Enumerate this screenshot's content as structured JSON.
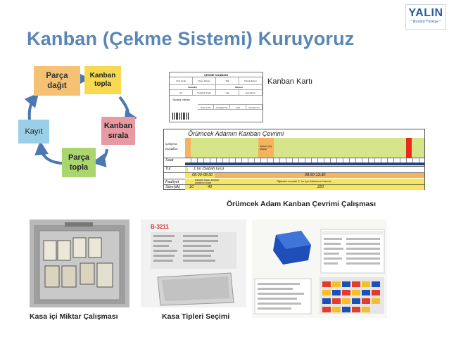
{
  "slide": {
    "title": "Kanban (Çekme Sistemi) Kuruyoruz"
  },
  "logo": {
    "name": "YALIN",
    "tagline": "Enstitü Türkiye"
  },
  "cycle": {
    "nodes": [
      {
        "label_line1": "Parça",
        "label_line2": "dağıt"
      },
      {
        "label_line1": "Kanban",
        "label_line2": "topla"
      },
      {
        "label_line1": "Kanban",
        "label_line2": "sırala"
      },
      {
        "label_line1": "Parça",
        "label_line2": "topla"
      },
      {
        "label_line1": "Kayıt",
        "label_line2": ""
      }
    ],
    "colors": {
      "parca_dagit": "#f4c272",
      "kanban_topla": "#f8da52",
      "kanban_sirala": "#e89aa3",
      "parca_topla": "#aad56f",
      "kayit": "#9bcfe8",
      "arrow": "#4b77b5"
    }
  },
  "kanban_card": {
    "header": "ÇEKME KANBANI",
    "row1": [
      "Ürün Kodu",
      "Depo Adresi",
      "Raf",
      "Parça Resmi"
    ],
    "section1": "Tedarikçi",
    "section2": "Müşteri",
    "row2": [
      "Ad",
      "Tedarikçi Kodu",
      "Hat",
      "Hat Adresi"
    ],
    "label_stock": "Sipariş miktarı",
    "row3": [
      "Ürün Kodu",
      "Ambalaj Tipi",
      "Adet",
      "Kanban No"
    ],
    "caption": "Kanban  Kartı"
  },
  "spider": {
    "title": "Örümcek Adamın Kanban Çevrimi",
    "left_labels": {
      "calisma": "Çalışma",
      "kosullari": "Koşulları",
      "saat": "Saat",
      "tur": "Tur",
      "faaliyet": "Faaliyet",
      "sure": "Süre(dk)"
    },
    "break_label": "Sabah Çay Molası",
    "tur_text": "1.tur (Sabah turu)",
    "row_time1": "08:00-08:50",
    "row_time2": "08:50-13:30",
    "activity1": "Kanban topla, kanban kartlarını sırala",
    "activity2": "Öğleden sonraki 2. tur için Malzeme Hazırla",
    "sure1": "10",
    "sure2": "40",
    "sure3": "220",
    "caption": "Örümcek Adam Kanban Çevrimi Çalışması"
  },
  "photos": {
    "caption1": "Kasa içi Miktar Çalışması",
    "caption2": "Kasa Tipleri Seçimi",
    "product_code": "B-3211"
  }
}
